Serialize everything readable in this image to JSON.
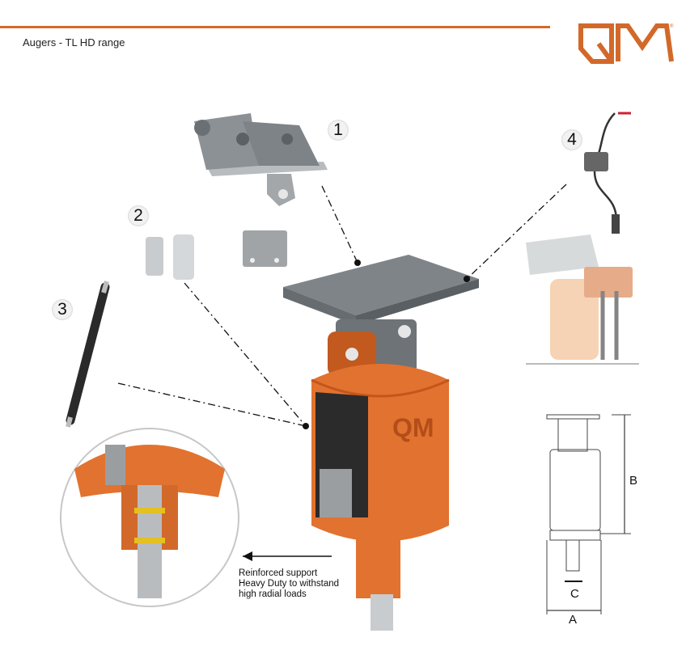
{
  "header": {
    "title": "Augers - TL HD range",
    "brand_logo": "QM",
    "accent_color": "#d2692a"
  },
  "callouts": [
    "1",
    "2",
    "3",
    "4"
  ],
  "note": {
    "line1": "Reinforced support",
    "line2": "Heavy Duty to withstand",
    "line3": "high radial loads"
  },
  "dimensions": {
    "a": "A",
    "b": "B",
    "c": "C"
  },
  "product_logo": "QM"
}
